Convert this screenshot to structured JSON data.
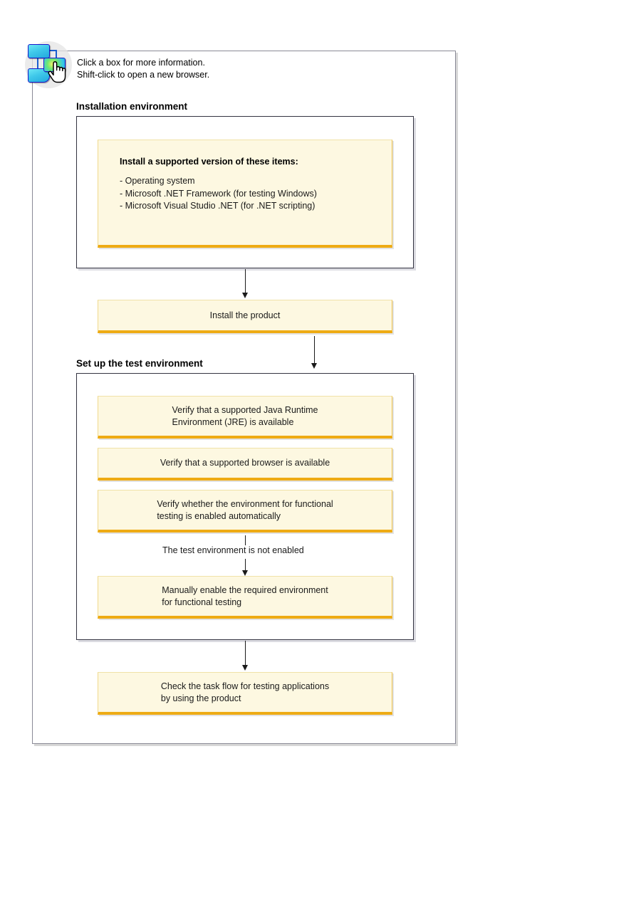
{
  "legend": {
    "line1": "Click a box for more information.",
    "line2": "Shift-click to open a new browser.",
    "icon": "flowchart-hand-pointer-icon"
  },
  "sections": [
    {
      "id": "installation",
      "heading": "Installation environment"
    },
    {
      "id": "setup",
      "heading": "Set up the test environment"
    }
  ],
  "boxes": {
    "prereq": {
      "title": "Install a supported version of these items:",
      "items": [
        "- Operating system",
        "- Microsoft .NET Framework (for testing Windows)",
        "- Microsoft Visual Studio .NET (for .NET scripting)"
      ]
    },
    "install_product": {
      "text": "Install the product"
    },
    "jre": {
      "text": "Verify that a supported Java Runtime\nEnvironment (JRE) is available"
    },
    "browser": {
      "text": "Verify that a supported browser is available"
    },
    "verify_auto": {
      "text": "Verify whether the environment for functional\ntesting is enabled automatically"
    },
    "manual_enable": {
      "text": "Manually enable the required environment\nfor functional testing"
    },
    "task_flow": {
      "text": "Check the task flow for testing applications\nby using the product"
    }
  },
  "connectors": {
    "not_enabled_label": "The test environment is not enabled"
  },
  "colors": {
    "box_fill": "#fdf8e1",
    "box_accent": "#eeab14",
    "frame_border": "#8a8a96",
    "group_border": "#333340",
    "text": "#1a1a1a",
    "icon_blue": "#22a9dd"
  }
}
